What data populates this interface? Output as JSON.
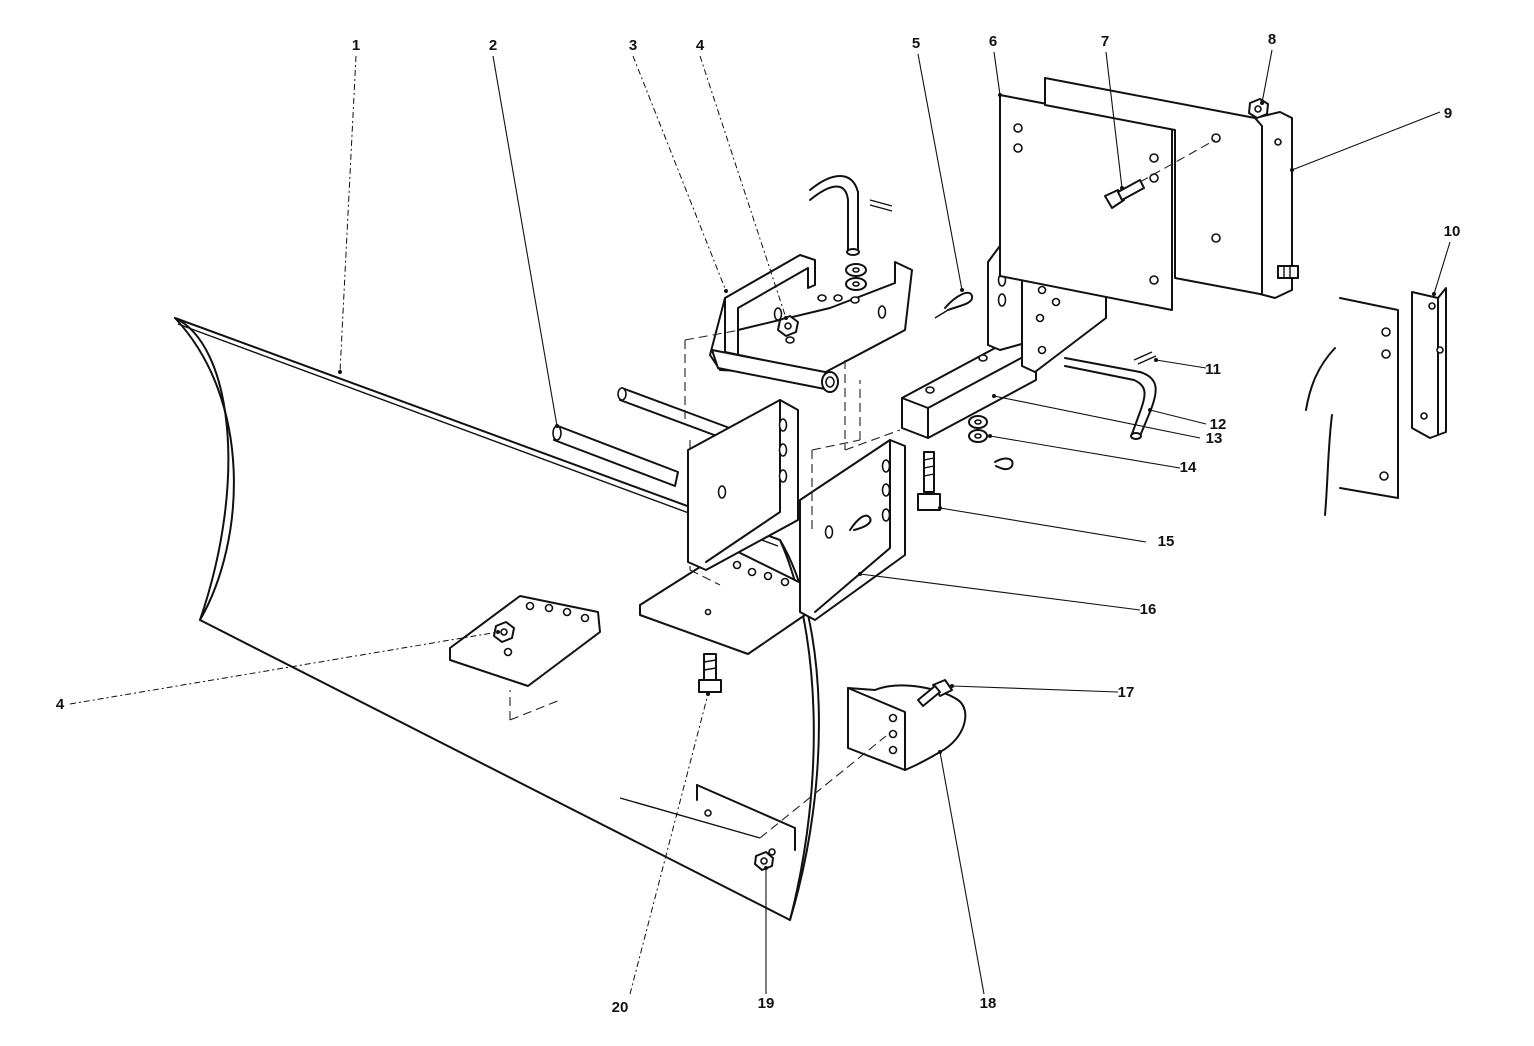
{
  "callouts": [
    {
      "id": "c1",
      "text": "1"
    },
    {
      "id": "c2",
      "text": "2"
    },
    {
      "id": "c3",
      "text": "3"
    },
    {
      "id": "c4a",
      "text": "4"
    },
    {
      "id": "c5",
      "text": "5"
    },
    {
      "id": "c6",
      "text": "6"
    },
    {
      "id": "c7",
      "text": "7"
    },
    {
      "id": "c8",
      "text": "8"
    },
    {
      "id": "c9",
      "text": "9"
    },
    {
      "id": "c10",
      "text": "10"
    },
    {
      "id": "c11",
      "text": "11"
    },
    {
      "id": "c12",
      "text": "12"
    },
    {
      "id": "c13",
      "text": "13"
    },
    {
      "id": "c14",
      "text": "14"
    },
    {
      "id": "c15",
      "text": "15"
    },
    {
      "id": "c16",
      "text": "16"
    },
    {
      "id": "c17",
      "text": "17"
    },
    {
      "id": "c18",
      "text": "18"
    },
    {
      "id": "c19",
      "text": "19"
    },
    {
      "id": "c20",
      "text": "20"
    },
    {
      "id": "c4b",
      "text": "4"
    }
  ]
}
